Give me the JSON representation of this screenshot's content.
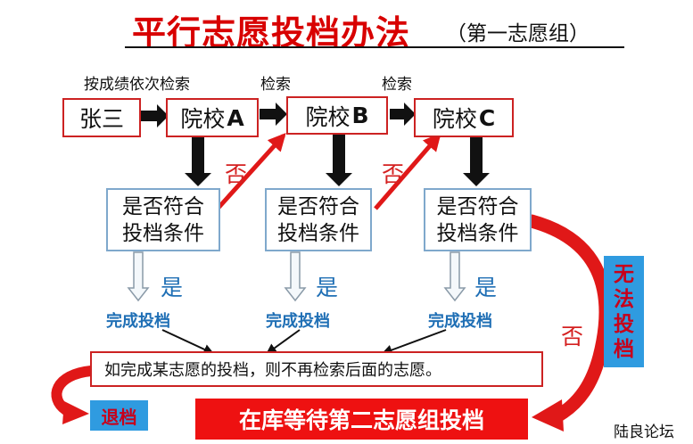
{
  "title": {
    "main": "平行志愿投档办法",
    "sub": "（第一志愿组）"
  },
  "labels": {
    "search_by_score": "按成绩依次检索",
    "search1": "检索",
    "search2": "检索"
  },
  "student": "张三",
  "schools": [
    {
      "prefix": "院校",
      "letter": "A"
    },
    {
      "prefix": "院校",
      "letter": "B"
    },
    {
      "prefix": "院校",
      "letter": "C"
    }
  ],
  "condition": {
    "line1": "是否符合",
    "line2": "投档条件"
  },
  "yes_label": "是",
  "no_label": "否",
  "done_label": "完成投档",
  "note": "如完成某志愿的投档，则不再检索后面的志愿。",
  "side_box": {
    "line1": "无",
    "line2": "法",
    "line3": "投",
    "line4": "档"
  },
  "retreat_label": "退档",
  "bottom_bar": "在库等待第二志愿组投档",
  "watermark": "陆良论坛",
  "colors": {
    "accent_red": "#ee1111",
    "blue": "#2f9be0",
    "title_red": "#d80000"
  }
}
